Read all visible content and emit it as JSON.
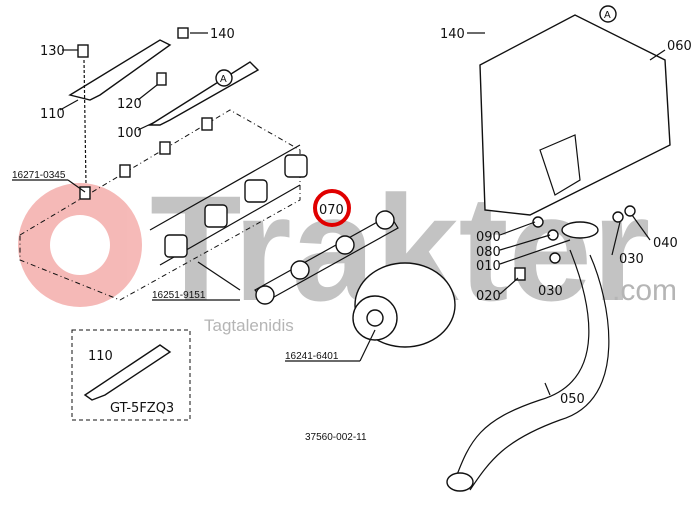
{
  "watermark": {
    "brand": "Trakter",
    "domain": ".com",
    "sub": "Tagtalenidis",
    "color": "#e53935"
  },
  "highlight": {
    "part": "070",
    "color": "#e00000"
  },
  "labels": {
    "p130": "130",
    "p140a": "140",
    "p110": "110",
    "p120": "120",
    "p100": "100",
    "p16271": "16271-0345",
    "p16251": "16251-9151",
    "p070": "070",
    "p16241": "16241-6401",
    "inset110": "110",
    "inset_code": "GT-5FZQ3",
    "drawing_no": "37560-002-11",
    "p140b": "140",
    "refA1": "A",
    "refA2": "A",
    "p060": "060",
    "p090": "090",
    "p080": "080",
    "p010": "010",
    "p020": "020",
    "p030a": "030",
    "p030b": "030",
    "p040": "040",
    "p050": "050"
  }
}
